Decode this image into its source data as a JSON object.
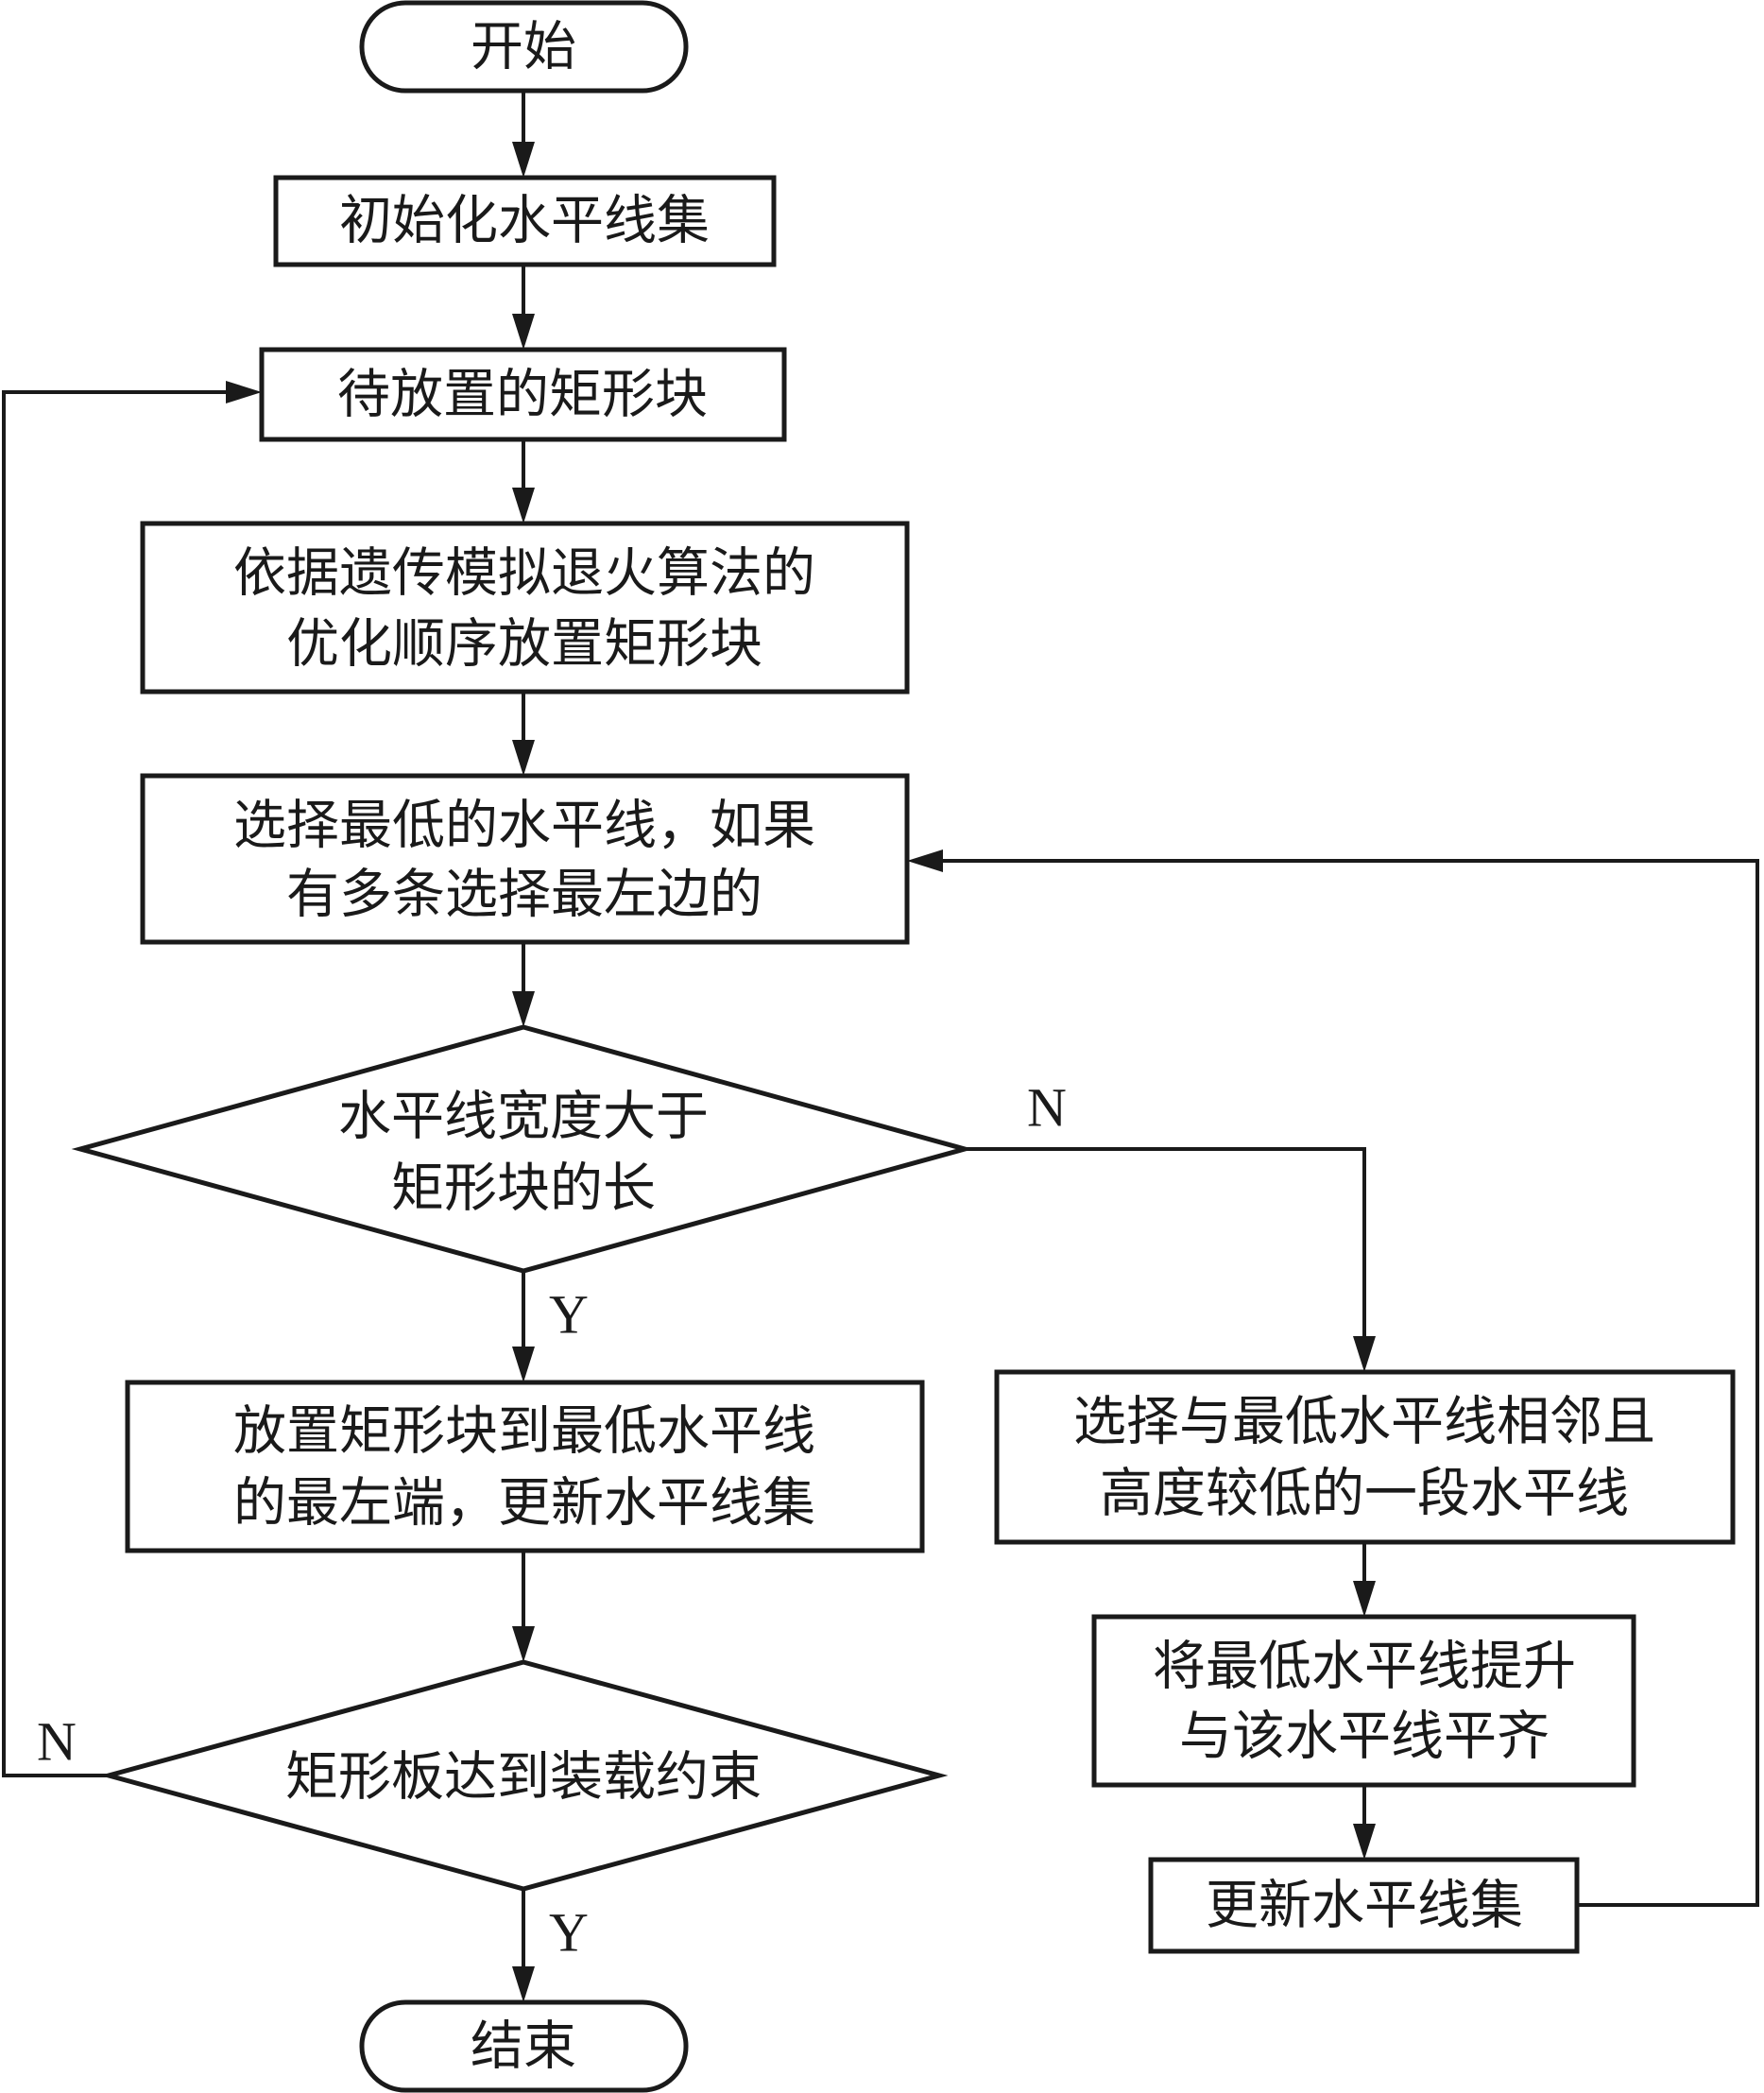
{
  "diagram": {
    "type": "flowchart",
    "nodes": {
      "start": {
        "kind": "terminal",
        "lines": [
          "开始"
        ]
      },
      "init_lines": {
        "kind": "process",
        "lines": [
          "初始化水平线集"
        ]
      },
      "pending_rect": {
        "kind": "process",
        "lines": [
          "待放置的矩形块"
        ]
      },
      "place_by_ga_sa": {
        "kind": "process",
        "lines": [
          "依据遗传模拟退火算法的",
          "优化顺序放置矩形块"
        ]
      },
      "select_lowest": {
        "kind": "process",
        "lines": [
          "选择最低的水平线，如果",
          "有多条选择最左边的"
        ]
      },
      "width_check": {
        "kind": "decision",
        "lines": [
          "水平线宽度大于",
          "矩形块的长"
        ]
      },
      "place_leftmost": {
        "kind": "process",
        "lines": [
          "放置矩形块到最低水平线",
          "的最左端，更新水平线集"
        ]
      },
      "load_check": {
        "kind": "decision",
        "lines": [
          "矩形板达到装载约束"
        ]
      },
      "end": {
        "kind": "terminal",
        "lines": [
          "结束"
        ]
      },
      "select_adjacent": {
        "kind": "process",
        "lines": [
          "选择与最低水平线相邻且",
          "高度较低的一段水平线"
        ]
      },
      "raise_lowest": {
        "kind": "process",
        "lines": [
          "将最低水平线提升",
          "与该水平线平齐"
        ]
      },
      "update_lines": {
        "kind": "process",
        "lines": [
          "更新水平线集"
        ]
      }
    },
    "edges": [
      {
        "from": "start",
        "to": "init_lines",
        "label": ""
      },
      {
        "from": "init_lines",
        "to": "pending_rect",
        "label": ""
      },
      {
        "from": "pending_rect",
        "to": "place_by_ga_sa",
        "label": ""
      },
      {
        "from": "place_by_ga_sa",
        "to": "select_lowest",
        "label": ""
      },
      {
        "from": "select_lowest",
        "to": "width_check",
        "label": ""
      },
      {
        "from": "width_check",
        "to": "place_leftmost",
        "label": "Y"
      },
      {
        "from": "width_check",
        "to": "select_adjacent",
        "label": "N"
      },
      {
        "from": "place_leftmost",
        "to": "load_check",
        "label": ""
      },
      {
        "from": "load_check",
        "to": "end",
        "label": "Y"
      },
      {
        "from": "load_check",
        "to": "pending_rect",
        "label": "N"
      },
      {
        "from": "select_adjacent",
        "to": "raise_lowest",
        "label": ""
      },
      {
        "from": "raise_lowest",
        "to": "update_lines",
        "label": ""
      },
      {
        "from": "update_lines",
        "to": "select_lowest",
        "label": ""
      }
    ],
    "labels": {
      "width_check_no": "N",
      "width_check_yes": "Y",
      "load_check_no": "N",
      "load_check_yes": "Y"
    },
    "colors": {
      "stroke": "#1a1a1a",
      "fill": "#ffffff",
      "text": "#1a1a1a"
    }
  }
}
